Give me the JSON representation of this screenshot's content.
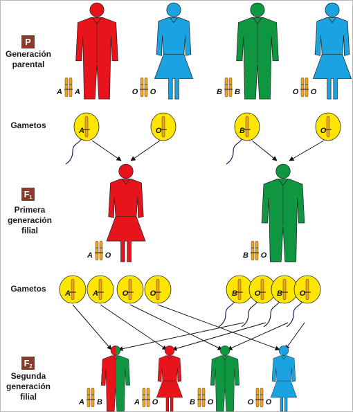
{
  "rows": {
    "parental": {
      "badge": "P",
      "label": "Generación parental"
    },
    "gametes1": {
      "label": "Gametos"
    },
    "f1": {
      "badge": "F",
      "badge_sub": "1",
      "label": "Primera generación filial"
    },
    "gametes2": {
      "label": "Gametos"
    },
    "f2": {
      "badge": "F",
      "badge_sub": "2",
      "label": "Segunda generación filial"
    }
  },
  "colors": {
    "red": "#e8141b",
    "blue": "#1aa3e0",
    "green": "#0f9640",
    "yellow": "#ffe600",
    "badge": "#8b3a2b"
  },
  "parents": [
    {
      "sex": "male",
      "color": "red",
      "genotype": [
        "A",
        "A"
      ]
    },
    {
      "sex": "female",
      "color": "blue",
      "genotype": [
        "O",
        "O"
      ]
    },
    {
      "sex": "male",
      "color": "green",
      "genotype": [
        "B",
        "B"
      ]
    },
    {
      "sex": "female",
      "color": "blue",
      "genotype": [
        "O",
        "O"
      ]
    }
  ],
  "gametes_p": [
    "A",
    "O",
    "B",
    "O"
  ],
  "f1": [
    {
      "sex": "female",
      "color": "red",
      "genotype": [
        "A",
        "O"
      ]
    },
    {
      "sex": "male",
      "color": "green",
      "genotype": [
        "B",
        "O"
      ]
    }
  ],
  "gametes_f1": [
    "A",
    "A",
    "O",
    "O",
    "B",
    "O",
    "B",
    "O"
  ],
  "f2": [
    {
      "sex": "male",
      "color": "red-green",
      "genotype": [
        "A",
        "B"
      ]
    },
    {
      "sex": "female",
      "color": "red",
      "genotype": [
        "A",
        "O"
      ]
    },
    {
      "sex": "male",
      "color": "green",
      "genotype": [
        "B",
        "O"
      ]
    },
    {
      "sex": "female",
      "color": "blue",
      "genotype": [
        "O",
        "O"
      ]
    }
  ]
}
